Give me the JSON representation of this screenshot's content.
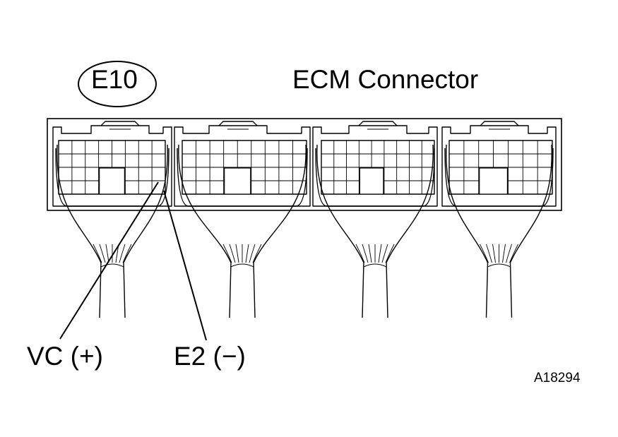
{
  "figure": {
    "connector_code": "E10",
    "title": "ECM Connector",
    "pin_labels": {
      "vc": "VC (+)",
      "e2": "E2 (−)"
    },
    "reference_code": "A18294"
  },
  "connector": {
    "segments": 4
  }
}
